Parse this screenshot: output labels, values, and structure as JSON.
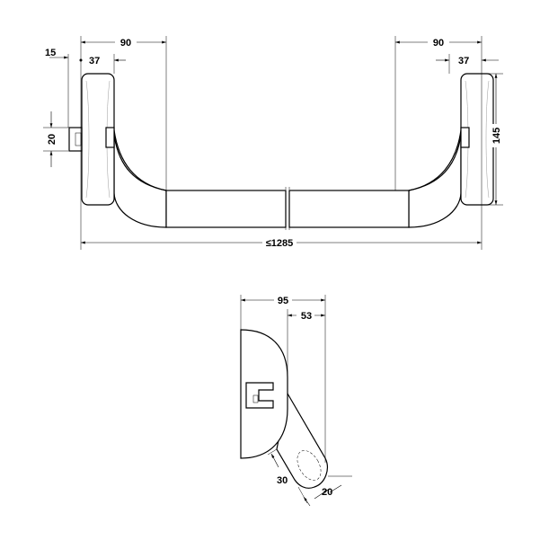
{
  "front_view": {
    "left": {
      "overall_width": "90",
      "pad_depth": "37",
      "strike_offset": "15",
      "strike_height": "20"
    },
    "right": {
      "overall_width": "90",
      "pad_depth": "37",
      "pad_height": "145"
    },
    "total_length": "≤1285"
  },
  "side_view": {
    "overall_depth": "95",
    "arm_projection": "53",
    "arm_width": "30",
    "bar_diameter": "20"
  }
}
